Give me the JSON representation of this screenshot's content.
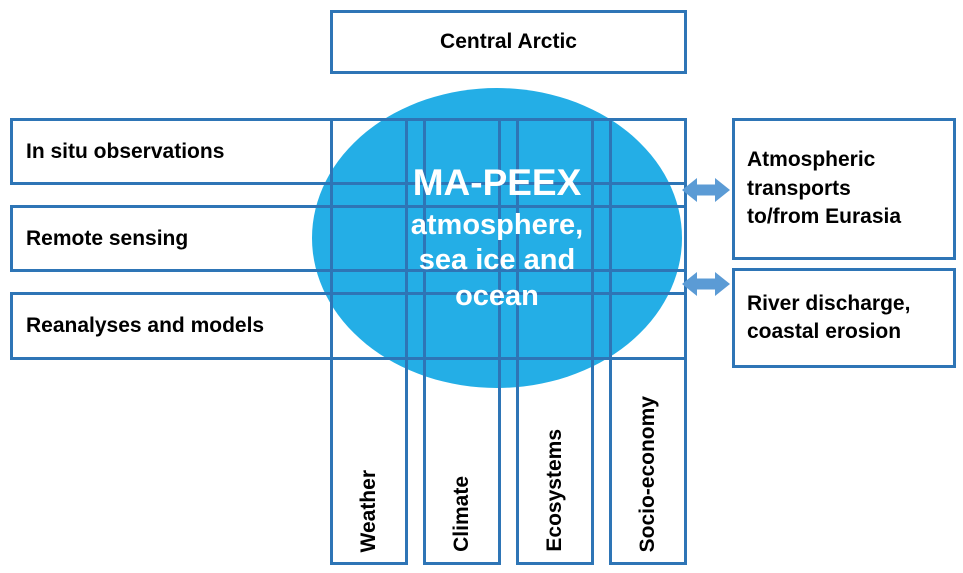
{
  "title_box": {
    "label": "Central Arctic"
  },
  "left_boxes": [
    {
      "label": "In situ observations"
    },
    {
      "label": "Remote sensing"
    },
    {
      "label": "Reanalyses and models"
    }
  ],
  "ellipse": {
    "title": "MA-PEEX",
    "subtitle": "atmosphere,\nsea ice and\nocean"
  },
  "columns": [
    {
      "label": "Weather"
    },
    {
      "label": "Climate"
    },
    {
      "label": "Ecosystems"
    },
    {
      "label": "Socio-economy"
    }
  ],
  "right_boxes": [
    {
      "label": "Atmospheric\ntransports\nto/from Eurasia"
    },
    {
      "label": "River discharge,\ncoastal erosion"
    }
  ],
  "icons": {
    "arrow_top": "double-arrow-icon",
    "arrow_bottom": "double-arrow-icon"
  },
  "colors": {
    "border": "#2E75B6",
    "ellipse_fill": "#24AEE6",
    "arrow": "#5B9BD5",
    "text": "#000000",
    "ellipse_text": "#FFFFFF"
  }
}
